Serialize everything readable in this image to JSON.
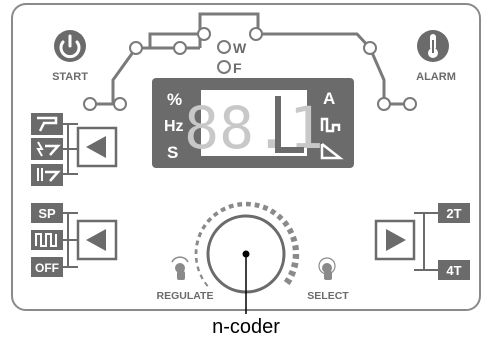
{
  "power_button": {
    "label": "START"
  },
  "alarm_indicator": {
    "label": "ALARM"
  },
  "mode_indicators": {
    "w_label": "W",
    "f_label": "F"
  },
  "display": {
    "left_units": [
      "%",
      "Hz",
      "S"
    ],
    "right_units": [
      "A"
    ],
    "digits": "88.1"
  },
  "mode_buttons": {
    "pulse_options": [
      "SP",
      "OFF"
    ],
    "trigger_options": [
      "2T",
      "4T"
    ]
  },
  "knob": {
    "left_label": "REGULATE",
    "right_label": "SELECT"
  },
  "caption": "n-coder",
  "colors": {
    "panel_gray": "#6b6b6b",
    "line_gray": "#8a8a8a",
    "digit_on": "#ffffff",
    "digit_off": "#8a8a8a"
  }
}
